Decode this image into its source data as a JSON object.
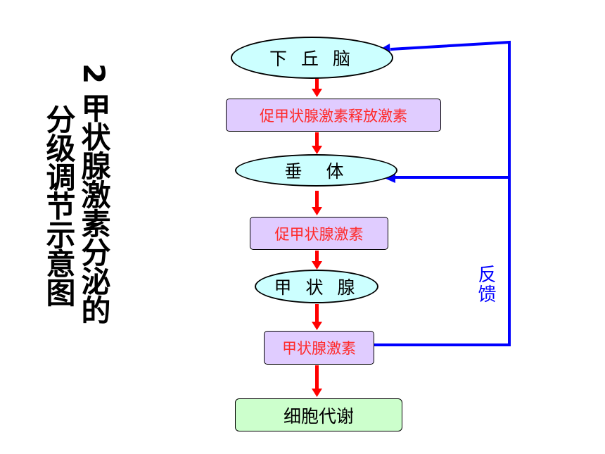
{
  "title": {
    "line1": "2 甲状腺激素分泌的",
    "line2": "分级调节示意图"
  },
  "nodes": {
    "hypothalamus": "下 丘 脑",
    "trh": "促甲状腺激素释放激素",
    "pituitary": "垂  体",
    "tsh": "促甲状腺激素",
    "thyroid": "甲 状 腺",
    "thyroid_hormone": "甲状腺激素",
    "cell_metabolism": "细胞代谢"
  },
  "feedback_label": "反馈",
  "colors": {
    "ellipse_fill": "#ccffff",
    "hormone_fill": "#e0ccff",
    "hormone_text": "#ff2a2a",
    "metabolism_fill": "#ccffcc",
    "arrow_red": "#ff0000",
    "feedback_blue": "#0000ff"
  }
}
